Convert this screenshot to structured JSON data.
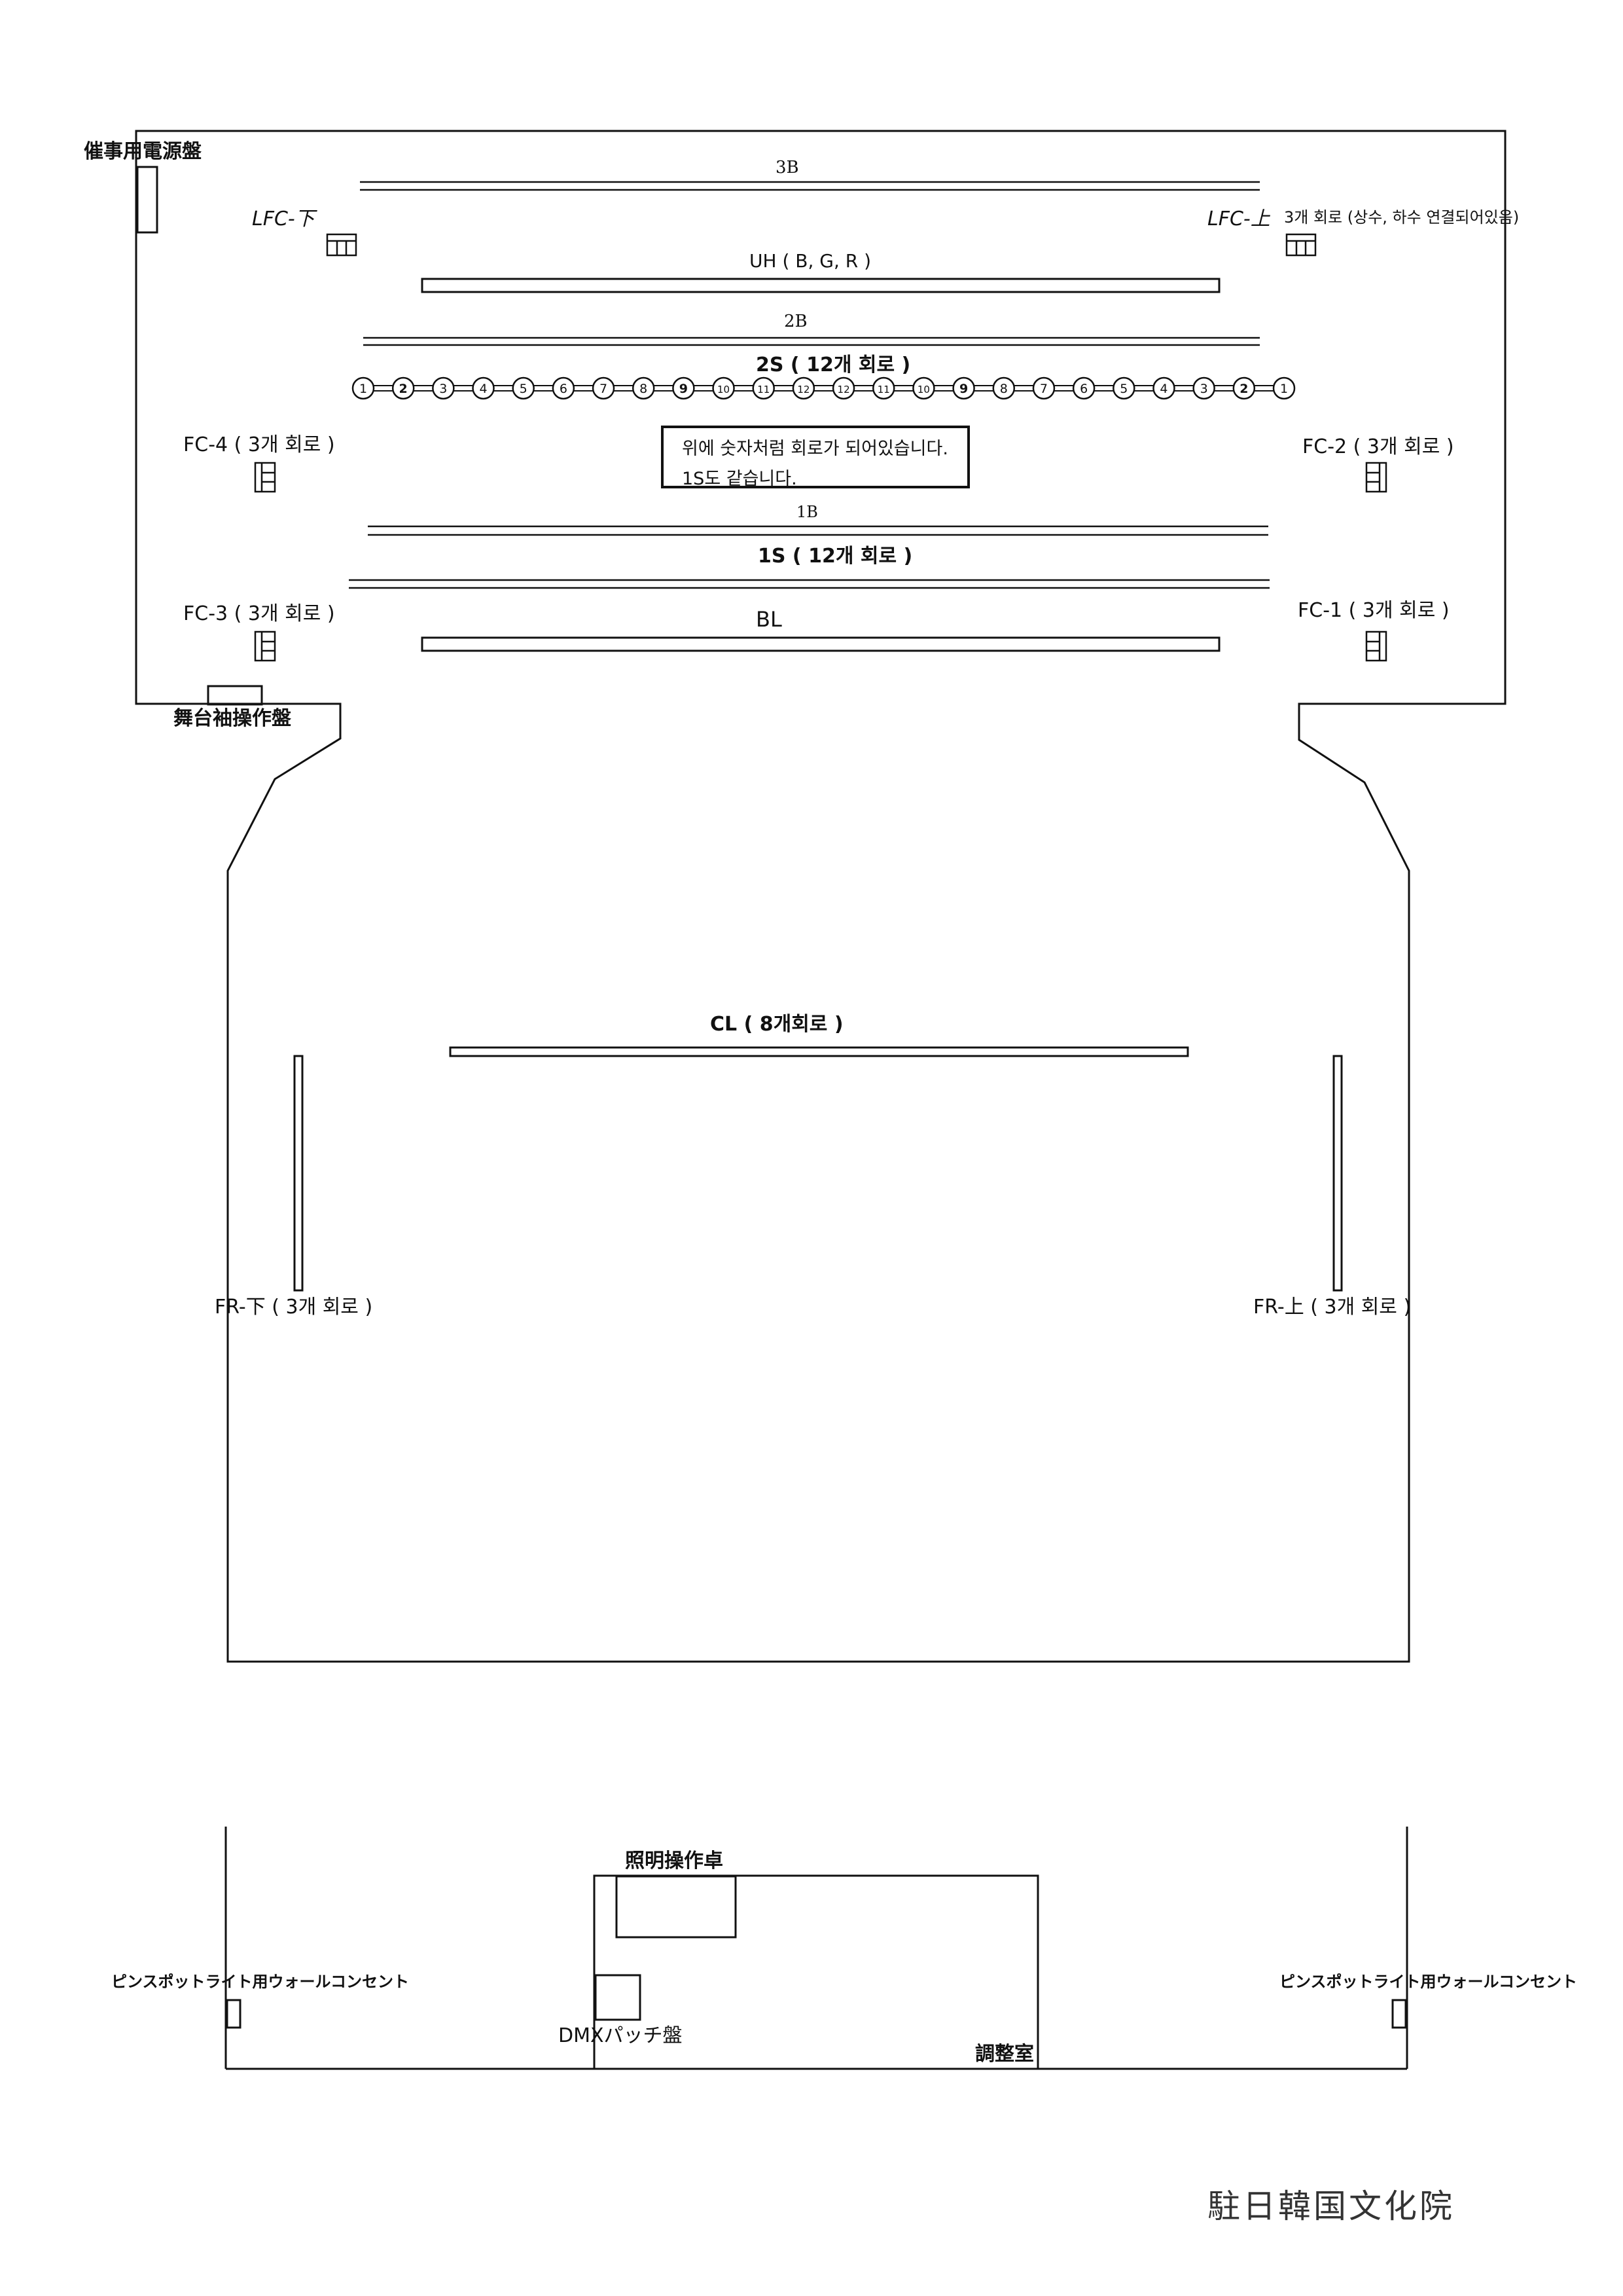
{
  "title_signature": "駐日韓国文化院",
  "labels": {
    "power_panel": "催事用電源盤",
    "batten_3b": "3B",
    "lfc_lower": "LFC-下",
    "lfc_upper": "LFC-上",
    "lfc_upper_note": "3개 회로 (상수, 하수 연결되어있음)",
    "uh": "UH ( B, G, R )",
    "batten_2b": "2B",
    "batten_2s": "2S ( 12개 회로 )",
    "fc4": "FC-4 ( 3개 회로 )",
    "fc2": "FC-2 ( 3개 회로 )",
    "batten_1b": "1B",
    "batten_1s": "1S ( 12개 회로 )",
    "fc3": "FC-3 ( 3개 회로 )",
    "fc1": "FC-1 ( 3개 회로 )",
    "bl": "BL",
    "stage_panel": "舞台袖操作盤",
    "cl": "CL ( 8개회로 )",
    "fr_lower": "FR-下 ( 3개 회로 )",
    "fr_upper": "FR-上 ( 3개 회로 )",
    "console": "照明操作卓",
    "wall_outlet_left": "ピンスポットライト用ウォールコンセント",
    "wall_outlet_right": "ピンスポットライト用ウォールコンセント",
    "dmx_patch": "DMXパッチ盤",
    "control_room": "調整室"
  },
  "note": {
    "line1": "위에 숫자처럼 회로가 되어있습니다.",
    "line2": "1S도 같습니다."
  },
  "circuits_2s": [
    "1",
    "2",
    "3",
    "4",
    "5",
    "6",
    "7",
    "8",
    "9",
    "10",
    "11",
    "12",
    "12",
    "11",
    "10",
    "9",
    "8",
    "7",
    "6",
    "5",
    "4",
    "3",
    "2",
    "1"
  ],
  "colors": {
    "line": "#111111",
    "background": "#ffffff"
  }
}
